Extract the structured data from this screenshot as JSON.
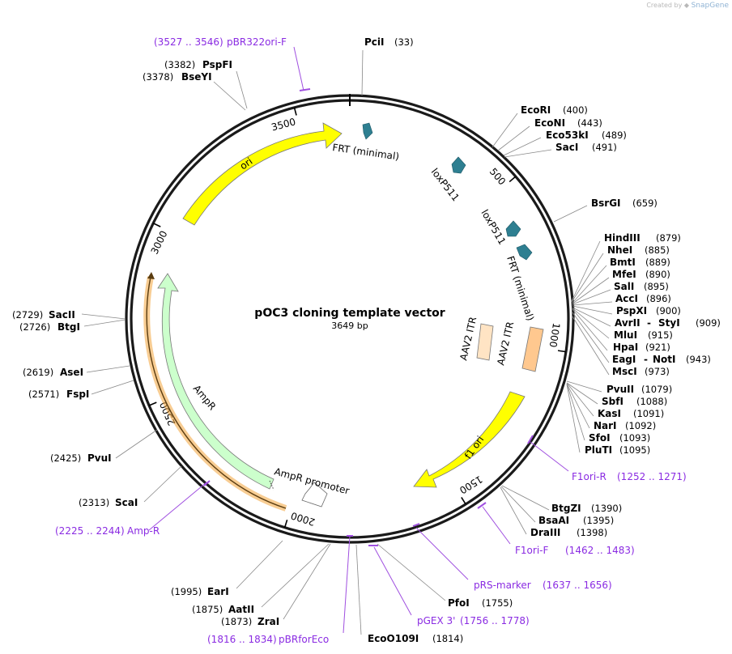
{
  "credit": {
    "prefix": "Created by",
    "brand": "SnapGene"
  },
  "title": "pOC3 cloning template vector",
  "length": "3649 bp",
  "total_bp": 3649,
  "colors": {
    "backbone": "#1a1a1a",
    "ori": "#ffff00",
    "f1ori": "#ffff00",
    "ampr": "#ccffcc",
    "itr": "#ffd8b0",
    "frt": "#2e7f91",
    "primer": "#8a2be2",
    "leader": "#888888"
  },
  "ticks": [
    {
      "bp": 500,
      "label": "500"
    },
    {
      "bp": 1000,
      "label": "1000"
    },
    {
      "bp": 1500,
      "label": "1500"
    },
    {
      "bp": 2000,
      "label": "2000"
    },
    {
      "bp": 2500,
      "label": "2500"
    },
    {
      "bp": 3000,
      "label": "3000"
    },
    {
      "bp": 3500,
      "label": "3500"
    }
  ],
  "features": {
    "ori": "ori",
    "frt_top": "FRT (minimal)",
    "loxp_1": "loxP511",
    "loxp_2": "loxP511",
    "frt_right": "FRT (minimal)",
    "itr_1": "AAV2 ITR",
    "itr_2": "AAV2 ITR",
    "f1ori": "f1 ori",
    "ampr": "AmpR",
    "ampr_promoter": "AmpR promoter"
  },
  "sites": [
    {
      "name": "PciI",
      "pos": "(33)"
    },
    {
      "name": "PspFI",
      "pos": "(3382)"
    },
    {
      "name": "BseYI",
      "pos": "(3378)"
    },
    {
      "name": "EcoRI",
      "pos": "(400)"
    },
    {
      "name": "EcoNI",
      "pos": "(443)"
    },
    {
      "name": "Eco53kI",
      "pos": "(489)"
    },
    {
      "name": "SacI",
      "pos": "(491)"
    },
    {
      "name": "BsrGI",
      "pos": "(659)"
    },
    {
      "name": "HindIII",
      "pos": "(879)"
    },
    {
      "name": "NheI",
      "pos": "(885)"
    },
    {
      "name": "BmtI",
      "pos": "(889)"
    },
    {
      "name": "MfeI",
      "pos": "(890)"
    },
    {
      "name": "SalI",
      "pos": "(895)"
    },
    {
      "name": "AccI",
      "pos": "(896)"
    },
    {
      "name": "PspXI",
      "pos": "(900)"
    },
    {
      "name": "AvrII",
      "name2": "StyI",
      "pos": "(909)"
    },
    {
      "name": "MluI",
      "pos": "(915)"
    },
    {
      "name": "HpaI",
      "pos": "(921)"
    },
    {
      "name": "EagI",
      "name2": "NotI",
      "pos": "(943)"
    },
    {
      "name": "MscI",
      "pos": "(973)"
    },
    {
      "name": "PvuII",
      "pos": "(1079)"
    },
    {
      "name": "SbfI",
      "pos": "(1088)"
    },
    {
      "name": "KasI",
      "pos": "(1091)"
    },
    {
      "name": "NarI",
      "pos": "(1092)"
    },
    {
      "name": "SfoI",
      "pos": "(1093)"
    },
    {
      "name": "PluTI",
      "pos": "(1095)"
    },
    {
      "name": "BtgZI",
      "pos": "(1390)"
    },
    {
      "name": "BsaAI",
      "pos": "(1395)"
    },
    {
      "name": "DraIII",
      "pos": "(1398)"
    },
    {
      "name": "PfoI",
      "pos": "(1755)"
    },
    {
      "name": "EcoO109I",
      "pos": "(1814)"
    },
    {
      "name": "ZraI",
      "pos": "(1873)"
    },
    {
      "name": "AatII",
      "pos": "(1875)"
    },
    {
      "name": "EarI",
      "pos": "(1995)"
    },
    {
      "name": "ScaI",
      "pos": "(2313)"
    },
    {
      "name": "PvuI",
      "pos": "(2425)"
    },
    {
      "name": "FspI",
      "pos": "(2571)"
    },
    {
      "name": "AseI",
      "pos": "(2619)"
    },
    {
      "name": "BtgI",
      "pos": "(2726)"
    },
    {
      "name": "SacII",
      "pos": "(2729)"
    }
  ],
  "primers": [
    {
      "name": "pBR322ori-F",
      "range": "(3527 .. 3546)"
    },
    {
      "name": "F1ori-R",
      "range": "(1252 .. 1271)"
    },
    {
      "name": "F1ori-F",
      "range": "(1462 .. 1483)"
    },
    {
      "name": "pRS-marker",
      "range": "(1637 .. 1656)"
    },
    {
      "name": "pGEX 3'",
      "range": "(1756 .. 1778)"
    },
    {
      "name": "pBRforEco",
      "range": "(1816 .. 1834)"
    },
    {
      "name": "Amp-R",
      "range": "(2225 .. 2244)"
    }
  ]
}
